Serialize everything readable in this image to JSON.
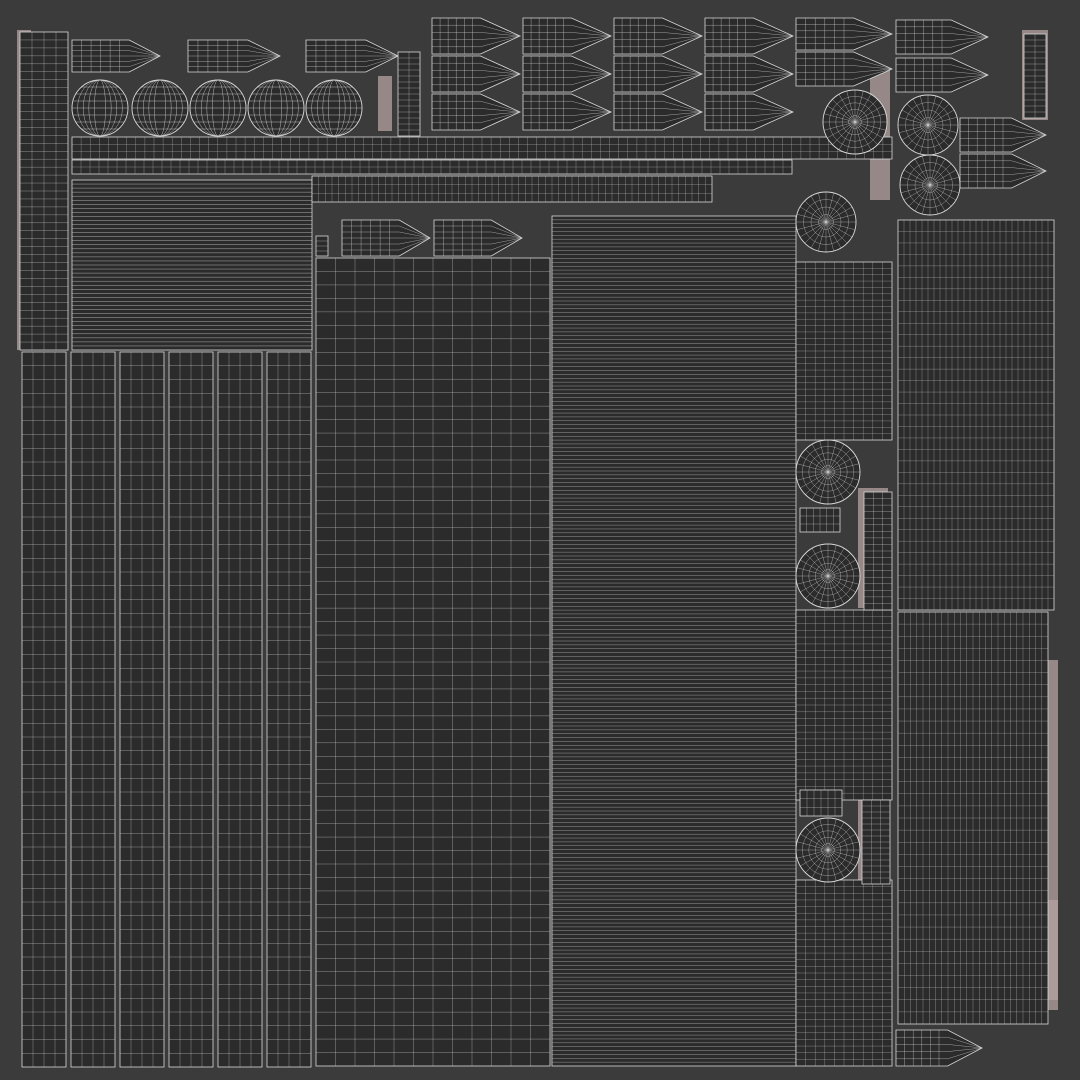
{
  "view": {
    "kind": "uv-layout-wireframe",
    "background_color": "#3b3b3b",
    "wire_color": "#d9d9d9",
    "island_fill_color": "#2b2b2b",
    "highlight_color": "#b5a3a1"
  },
  "islands": {
    "cylinder_caps": "circle",
    "bullet_shapes": "cone-cylinder",
    "strips": "long-rectangles"
  }
}
